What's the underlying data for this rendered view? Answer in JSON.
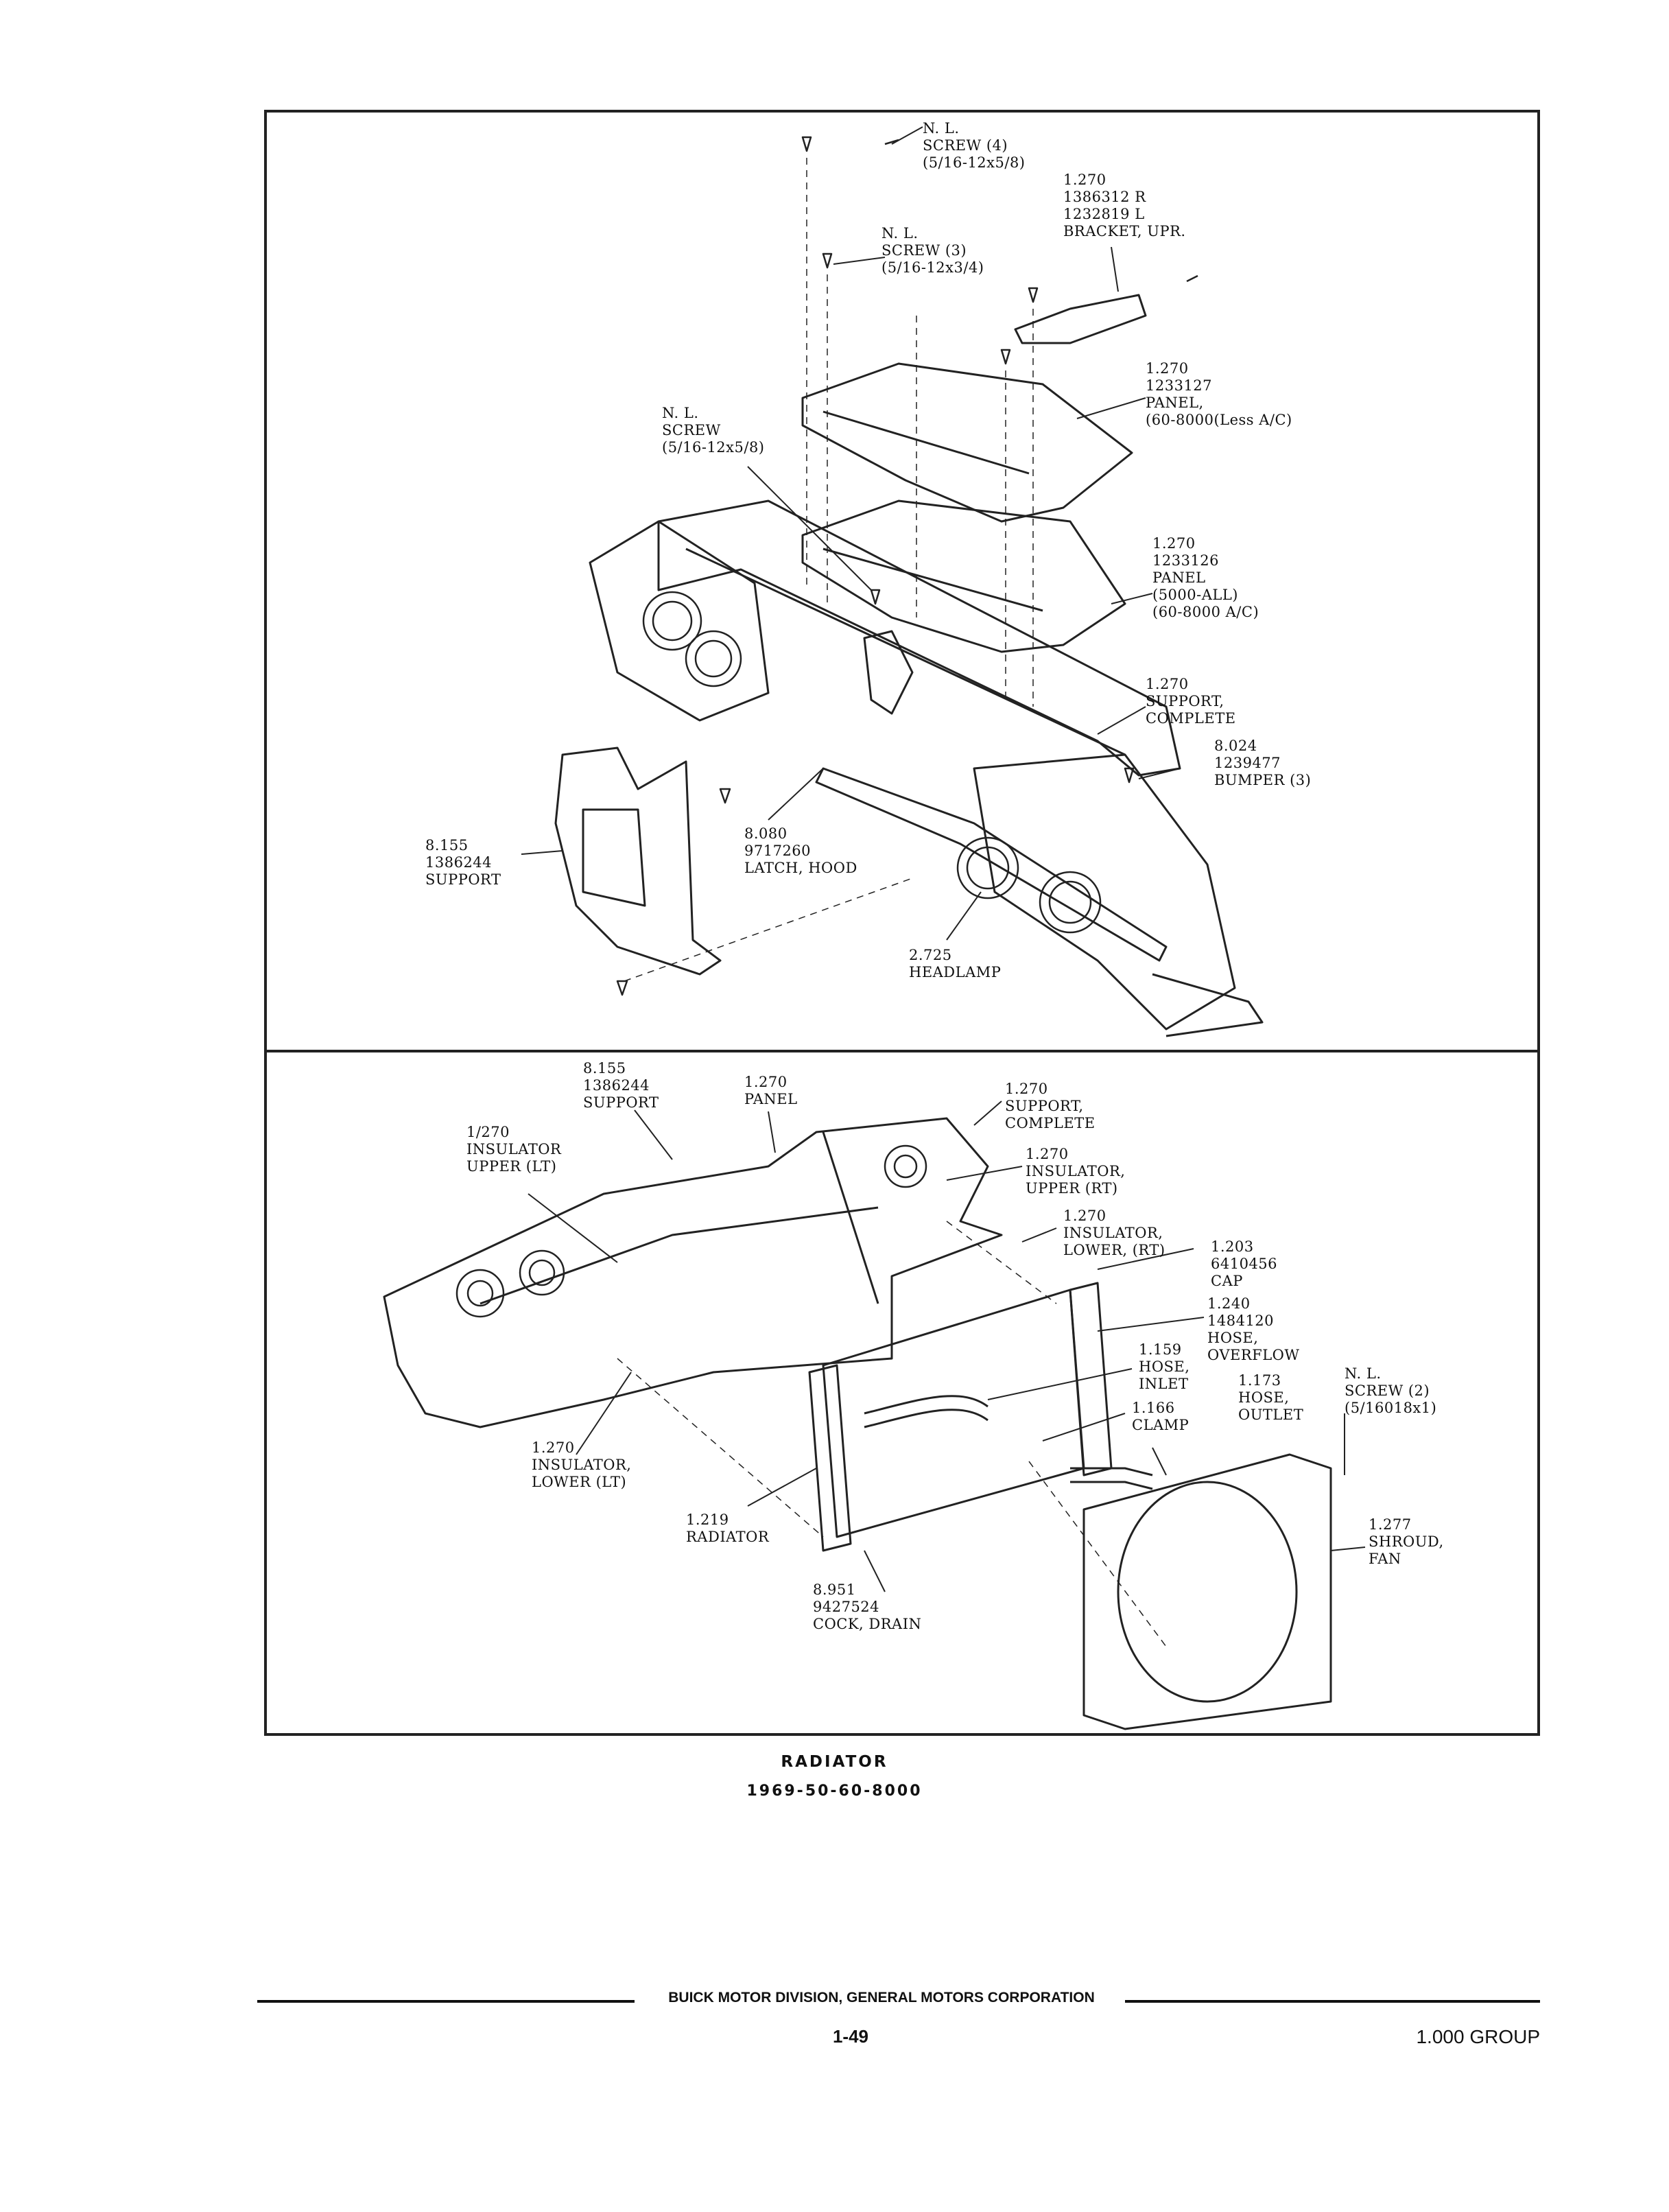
{
  "top_callouts": [
    {
      "id": "screw-4",
      "text": "N. L.\nSCREW (4)\n(5/16-12x5/8)"
    },
    {
      "id": "bracket-upr",
      "text": "1.270\n1386312 R\n1232819 L\nBRACKET, UPR."
    },
    {
      "id": "screw-3",
      "text": "N. L.\nSCREW (3)\n(5/16-12x3/4)"
    },
    {
      "id": "panel-less-ac",
      "text": "1.270\n1233127\nPANEL,\n(60-8000(Less A/C)"
    },
    {
      "id": "screw-nl",
      "text": "N. L.\nSCREW\n(5/16-12x5/8)"
    },
    {
      "id": "panel-ac",
      "text": "1.270\n1233126\nPANEL\n(5000-ALL)\n(60-8000 A/C)"
    },
    {
      "id": "support-complete",
      "text": "1.270\nSUPPORT,\nCOMPLETE"
    },
    {
      "id": "bumper",
      "text": "8.024\n1239477\nBUMPER (3)"
    },
    {
      "id": "support-8155",
      "text": "8.155\n1386244\nSUPPORT"
    },
    {
      "id": "latch-hood",
      "text": "8.080\n9717260\nLATCH, HOOD"
    },
    {
      "id": "headlamp",
      "text": "2.725\nHEADLAMP"
    }
  ],
  "bottom_callouts": [
    {
      "id": "support-8155-b",
      "text": "8.155\n1386244\nSUPPORT"
    },
    {
      "id": "panel-b",
      "text": "1.270\nPANEL"
    },
    {
      "id": "support-complete-b",
      "text": "1.270\nSUPPORT,\nCOMPLETE"
    },
    {
      "id": "insulator-upper-lt",
      "text": "1/270\nINSULATOR\nUPPER (LT)"
    },
    {
      "id": "insulator-upper-rt",
      "text": "1.270\nINSULATOR,\nUPPER (RT)"
    },
    {
      "id": "insulator-lower-rt",
      "text": "1.270\nINSULATOR,\nLOWER, (RT)"
    },
    {
      "id": "cap",
      "text": "1.203\n6410456\nCAP"
    },
    {
      "id": "hose-overflow",
      "text": "1.240\n1484120\nHOSE,\nOVERFLOW"
    },
    {
      "id": "hose-inlet",
      "text": "1.159\nHOSE,\nINLET"
    },
    {
      "id": "hose-outlet",
      "text": "1.173\nHOSE,\nOUTLET"
    },
    {
      "id": "screw-2",
      "text": "N. L.\nSCREW (2)\n(5/16018x1)"
    },
    {
      "id": "clamp",
      "text": "1.166\nCLAMP"
    },
    {
      "id": "insulator-lower-lt",
      "text": "1.270\nINSULATOR,\nLOWER (LT)"
    },
    {
      "id": "radiator",
      "text": "1.219\nRADIATOR"
    },
    {
      "id": "shroud-fan",
      "text": "1.277\nSHROUD,\nFAN"
    },
    {
      "id": "cock-drain",
      "text": "8.951\n9427524\nCOCK, DRAIN"
    }
  ],
  "caption": {
    "title": "RADIATOR",
    "subtitle": "1969-50-60-8000"
  },
  "footer": {
    "company": "BUICK MOTOR DIVISION, GENERAL MOTORS CORPORATION",
    "page": "1-49",
    "group": "1.000 GROUP"
  }
}
